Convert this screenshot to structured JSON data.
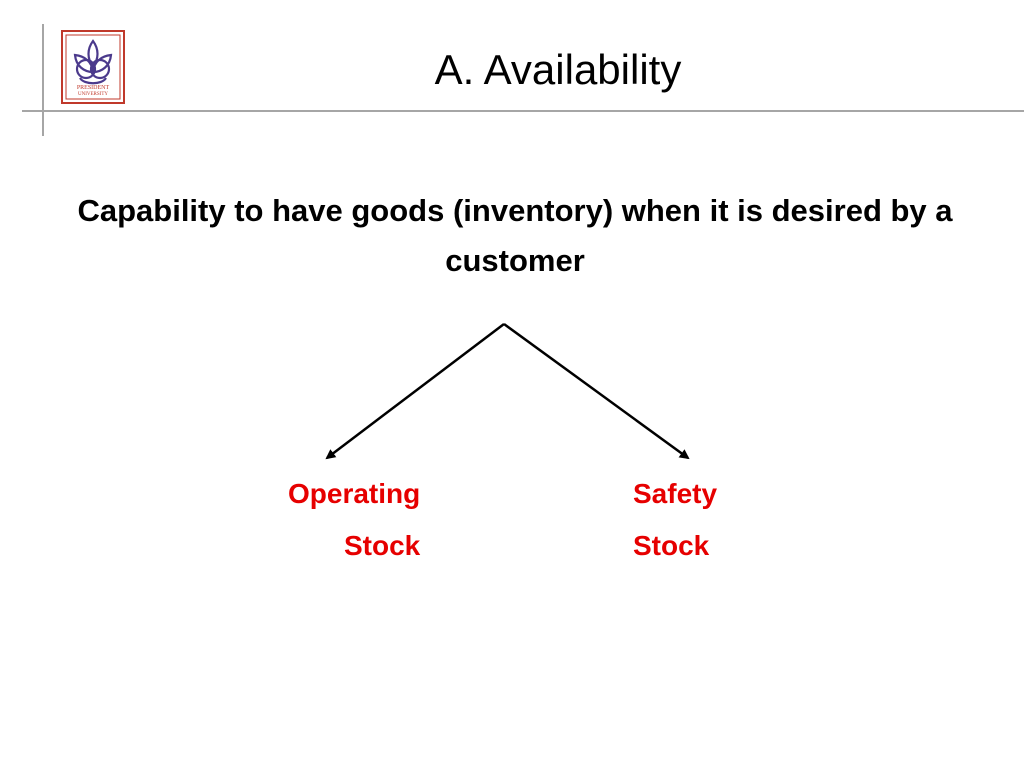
{
  "slide": {
    "title": "A. Availability",
    "subtitle": "Capability to have goods (inventory) when it is desired by a customer",
    "logo": {
      "icon": "president-university-lotus-logo",
      "text_line1": "PRESIDENT",
      "text_line2": "UNIVERSITY"
    }
  },
  "diagram": {
    "branches": [
      {
        "line1": "Operating",
        "line2": "Stock"
      },
      {
        "line1": "Safety",
        "line2": "Stock"
      }
    ],
    "colors": {
      "leaf_text": "#e60000",
      "arrow": "#000000",
      "logo": "#c0392b",
      "logo_lotus": "#4b3a8c"
    }
  }
}
